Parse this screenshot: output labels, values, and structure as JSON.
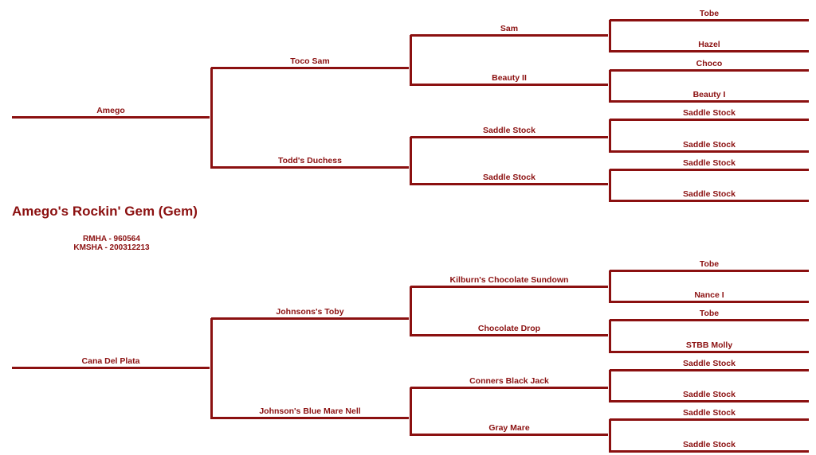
{
  "horse": {
    "name": "Amego's Rockin' Gem (Gem)",
    "registrations": [
      "RMHA - 960564",
      "KMSHA - 200312213"
    ]
  },
  "pedigree": {
    "sire": {
      "name": "Amego",
      "sire": {
        "name": "Toco Sam",
        "sire": {
          "name": "Sam",
          "sire": "Tobe",
          "dam": "Hazel"
        },
        "dam": {
          "name": "Beauty II",
          "sire": "Choco",
          "dam": "Beauty I"
        }
      },
      "dam": {
        "name": "Todd's Duchess",
        "sire": {
          "name": "Saddle Stock",
          "sire": "Saddle Stock",
          "dam": "Saddle Stock"
        },
        "dam": {
          "name": "Saddle Stock",
          "sire": "Saddle Stock",
          "dam": "Saddle Stock"
        }
      }
    },
    "dam": {
      "name": "Cana Del Plata",
      "sire": {
        "name": "Johnsons's Toby",
        "sire": {
          "name": "Kilburn's Chocolate Sundown",
          "sire": "Tobe",
          "dam": "Nance I"
        },
        "dam": {
          "name": "Chocolate Drop",
          "sire": "Tobe",
          "dam": "STBB Molly"
        }
      },
      "dam": {
        "name": "Johnson's Blue Mare Nell",
        "sire": {
          "name": "Conners Black Jack",
          "sire": "Saddle Stock",
          "dam": "Saddle Stock"
        },
        "dam": {
          "name": "Gray Mare",
          "sire": "Saddle Stock",
          "dam": "Saddle Stock"
        }
      }
    }
  },
  "colors": {
    "line": "#8b1010",
    "text": "#8b1010",
    "background": "#ffffff"
  }
}
